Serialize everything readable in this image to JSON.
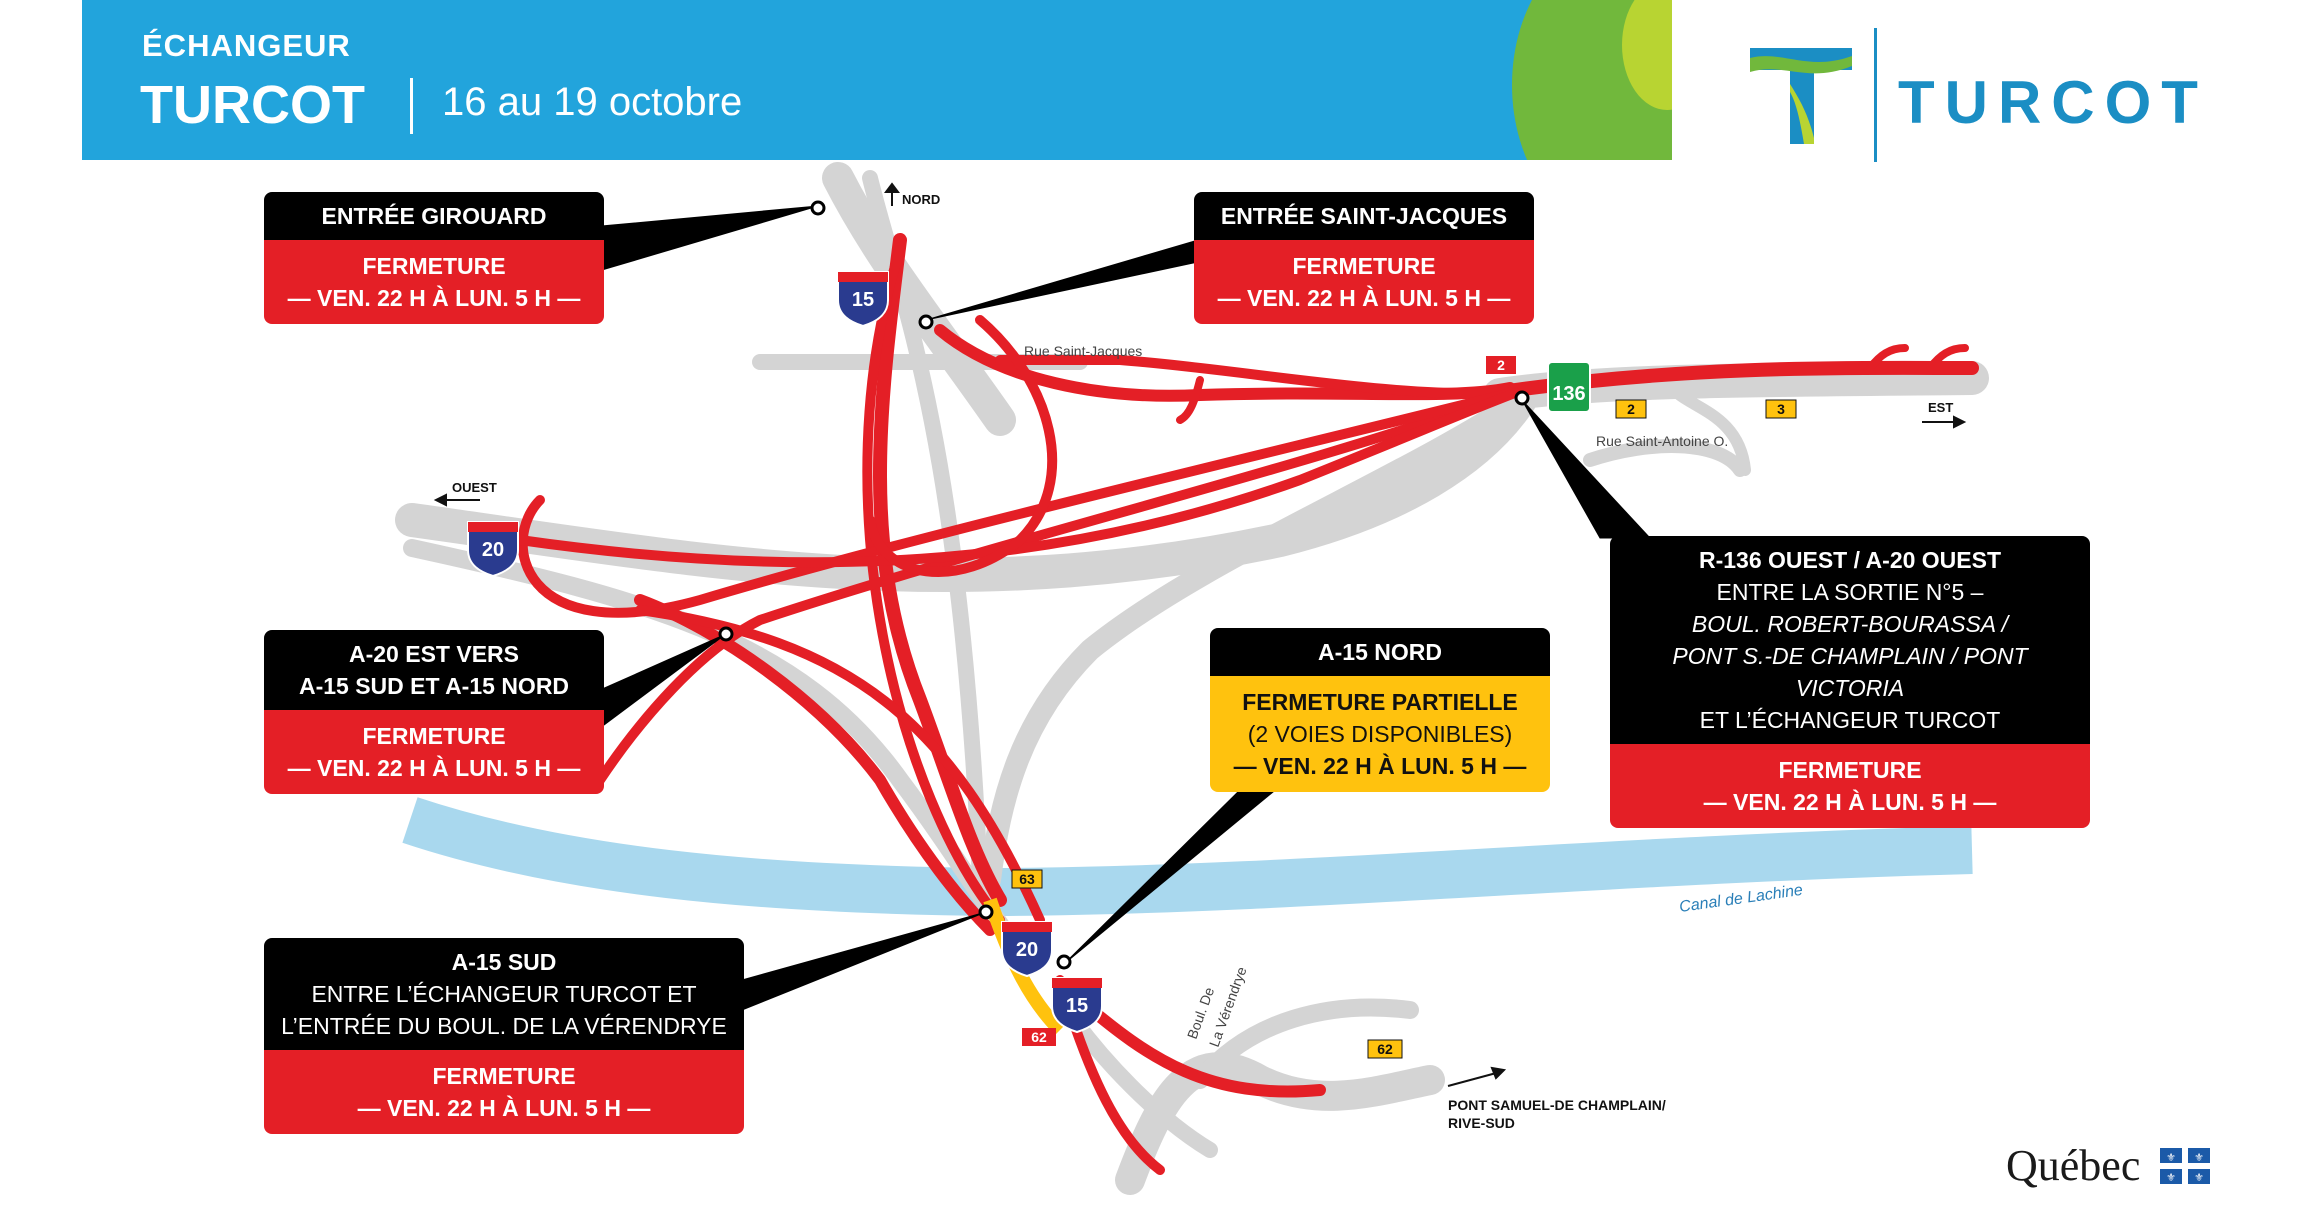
{
  "header": {
    "title_small": "ÉCHANGEUR",
    "title_big": "TURCOT",
    "dates": "16 au 19 octobre",
    "logo_word": "TURCOT"
  },
  "footer": {
    "quebec": "Québec"
  },
  "colors": {
    "banner": "#22a4dc",
    "closure_red": "#e41f26",
    "partial_yellow": "#ffc20e",
    "road_grey": "#d4d4d4",
    "canal": "#a9d8ee",
    "logo_blue": "#1b8ec4"
  },
  "boxes": {
    "girouard": {
      "head": "ENTRÉE GIROUARD",
      "status": "FERMETURE",
      "time": "— VEN. 22 H À LUN. 5 H —"
    },
    "saint_jacques": {
      "head": "ENTRÉE SAINT-JACQUES",
      "status": "FERMETURE",
      "time": "— VEN. 22 H À LUN. 5 H —"
    },
    "a20_est": {
      "head1": "A-20 EST VERS",
      "head2": "A-15 SUD ET A-15 NORD",
      "status": "FERMETURE",
      "time": "— VEN. 22 H À LUN. 5 H —"
    },
    "a15_nord": {
      "head": "A-15 NORD",
      "status": "FERMETURE PARTIELLE",
      "note": "(2 VOIES DISPONIBLES)",
      "time": "— VEN. 22 H À LUN. 5 H —"
    },
    "r136": {
      "head1": "R-136 OUEST / A-20 OUEST",
      "head2": "ENTRE LA SORTIE N°5 –",
      "head3": "BOUL. ROBERT-BOURASSA /",
      "head4": "PONT S.-DE CHAMPLAIN / PONT VICTORIA",
      "head5": "ET L’ÉCHANGEUR TURCOT",
      "status": "FERMETURE",
      "time": "— VEN. 22 H À LUN. 5 H —"
    },
    "a15_sud": {
      "head1": "A-15 SUD",
      "head2": "ENTRE L’ÉCHANGEUR TURCOT ET",
      "head3": "L’ENTRÉE DU BOUL. DE LA VÉRENDRYE",
      "status": "FERMETURE",
      "time": "— VEN. 22 H À LUN. 5 H —"
    }
  },
  "map_labels": {
    "nord": "NORD",
    "ouest": "OUEST",
    "est": "EST",
    "rue_saint_jacques": "Rue Saint-Jacques",
    "rue_saint_antoine": "Rue Saint-Antoine O.",
    "canal": "Canal de Lachine",
    "boul_verendrye_1": "Boul. De",
    "boul_verendrye_2": "La Vérendrye",
    "pont_1": "PONT SAMUEL-DE CHAMPLAIN/",
    "pont_2": "RIVE-SUD"
  },
  "shields": {
    "a15_top": "15",
    "a20_left": "20",
    "a20_bottom": "20",
    "a15_bottom": "15",
    "r136": "136"
  },
  "exits": {
    "e2_red": "2",
    "e2_yellow": "2",
    "e3": "3",
    "e63": "63",
    "e62_red": "62",
    "e62_yellow": "62"
  }
}
